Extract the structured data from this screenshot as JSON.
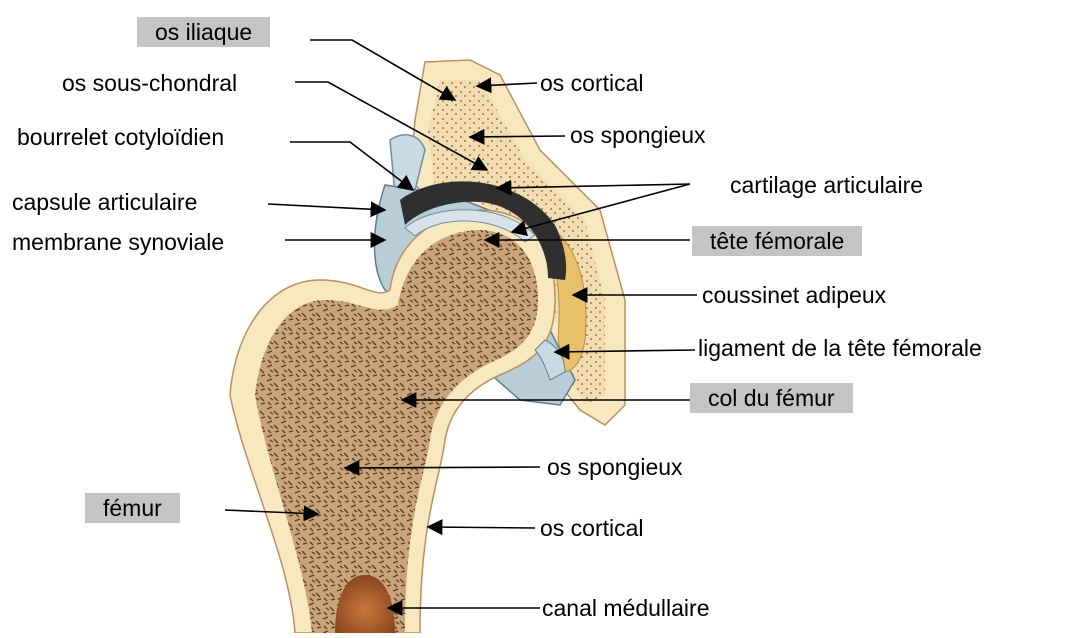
{
  "labels": {
    "os_iliaque": "os iliaque",
    "os_sous_chondral": "os sous-chondral",
    "bourrelet_cotyloidien": "bourrelet cotyloïdien",
    "capsule_articulaire": "capsule articulaire",
    "membrane_synoviale": "membrane synoviale",
    "femur": "fémur",
    "os_cortical_top": "os cortical",
    "os_spongieux_top": "os spongieux",
    "cartilage_articulaire": "cartilage articulaire",
    "tete_femorale": "tête fémorale",
    "coussinet_adipeux": "coussinet adipeux",
    "ligament_tete_femorale": "ligament de la tête fémorale",
    "col_du_femur": "col du fémur",
    "os_spongieux_bottom": "os spongieux",
    "os_cortical_bottom": "os cortical",
    "canal_medullaire": "canal médullaire"
  },
  "colors": {
    "bone_cortical": "#f8e8c0",
    "bone_spongy": "#c9a47a",
    "spongy_texture": "#5a3a22",
    "cartilage": "#2f2f2f",
    "synovial": "#b8cdd6",
    "fat_pad": "#e8c06a",
    "medullary": "#b5652f",
    "label_box": "#c4c4c4"
  }
}
